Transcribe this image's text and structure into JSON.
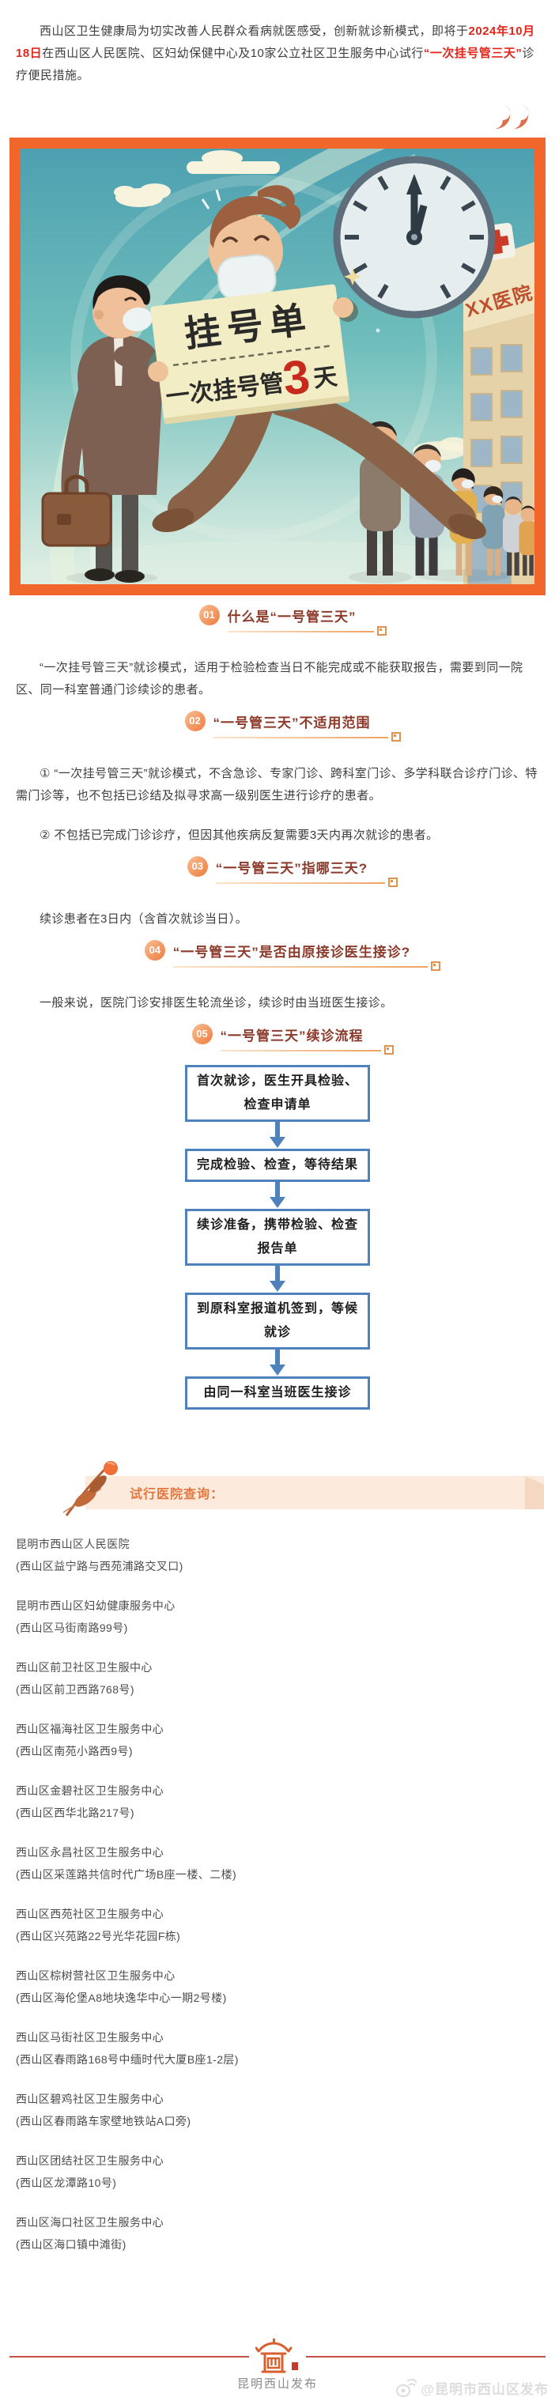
{
  "intro": {
    "part1": "西山区卫生健康局为切实改善人民群众看病就医感受，创新就诊新模式，即将于",
    "date": "2024年10月18日",
    "part2": "在西山区人民医院、区妇幼保健中心及10家公立社区卫生服务中心试行",
    "highlight": "“一次挂号管三天”",
    "part3": "诊疗便民措施。"
  },
  "hero": {
    "sign_title": "挂号单",
    "sign_prefix": "一次挂号管",
    "sign_number": "3",
    "sign_suffix": "天",
    "building_sign": "XX医院"
  },
  "sections": [
    {
      "num": "01",
      "title": "什么是“一号管三天”"
    },
    {
      "num": "02",
      "title": "“一号管三天”不适用范围"
    },
    {
      "num": "03",
      "title": "“一号管三天”指哪三天?"
    },
    {
      "num": "04",
      "title": "“一号管三天”是否由原接诊医生接诊?"
    },
    {
      "num": "05",
      "title": "“一号管三天”续诊流程"
    }
  ],
  "content": {
    "p1": "“一次挂号管三天”就诊模式，适用于检验检查当日不能完成或不能获取报告，需要到同一院区、同一科室普通门诊续诊的患者。",
    "p2a": "① “一次挂号管三天”就诊模式，不含急诊、专家门诊、跨科室门诊、多学科联合诊疗门诊、特需门诊等，也不包括已诊结及拟寻求高一级别医生进行诊疗的患者。",
    "p2b": "② 不包括已完成门诊诊疗，但因其他疾病反复需要3天内再次就诊的患者。",
    "p3": "续诊患者在3日内（含首次就诊当日）。",
    "p4": "一般来说，医院门诊安排医生轮流坐诊，续诊时由当班医生接诊。"
  },
  "flow": {
    "steps": [
      "首次就诊，医生开具检验、检查申请单",
      "完成检验、检查，等待结果",
      "续诊准备，携带检验、检查报告单",
      "到原科室报道机签到，等候就诊",
      "由同一科室当班医生接诊"
    ]
  },
  "query": {
    "label": "试行医院查询："
  },
  "hospitals": [
    {
      "name": "昆明市西山区人民医院",
      "address": "(西山区益宁路与西苑浦路交叉口)"
    },
    {
      "name": "昆明市西山区妇幼健康服务中心",
      "address": "(西山区马街南路99号)"
    },
    {
      "name": "西山区前卫社区卫生服中心",
      "address": "(西山区前卫西路768号)"
    },
    {
      "name": "西山区福海社区卫生服务中心",
      "address": "(西山区南苑小路西9号)"
    },
    {
      "name": "西山区金碧社区卫生服务中心",
      "address": "(西山区西华北路217号)"
    },
    {
      "name": "西山区永昌社区卫生服务中心",
      "address": "(西山区采莲路共信时代广场B座一楼、二楼)"
    },
    {
      "name": "西山区西苑社区卫生服务中心",
      "address": "(西山区兴苑路22号光华花园F栋)"
    },
    {
      "name": "西山区棕树营社区卫生服务中心",
      "address": "(西山区海伦堡A8地块逸华中心一期2号楼)"
    },
    {
      "name": "西山区马街社区卫生服务中心",
      "address": "(西山区春雨路168号中缅时代大厦B座1-2层)"
    },
    {
      "name": "西山区碧鸡社区卫生服务中心",
      "address": "(西山区春雨路车家壁地铁站A口旁)"
    },
    {
      "name": "西山区团结社区卫生服务中心",
      "address": "(西山区龙潭路10号)"
    },
    {
      "name": "西山区海口社区卫生服务中心",
      "address": "(西山区海口镇中滩街)"
    }
  ],
  "footer": {
    "brand": "昆明西山发布",
    "watermark": "@昆明市西山区发布"
  },
  "colors": {
    "accent_orange": "#F1662B",
    "highlight_red": "#E4251B",
    "section_title": "#8C3A2A",
    "flow_blue": "#4F81BD",
    "ribbon_bg": "#FCEBDC"
  }
}
